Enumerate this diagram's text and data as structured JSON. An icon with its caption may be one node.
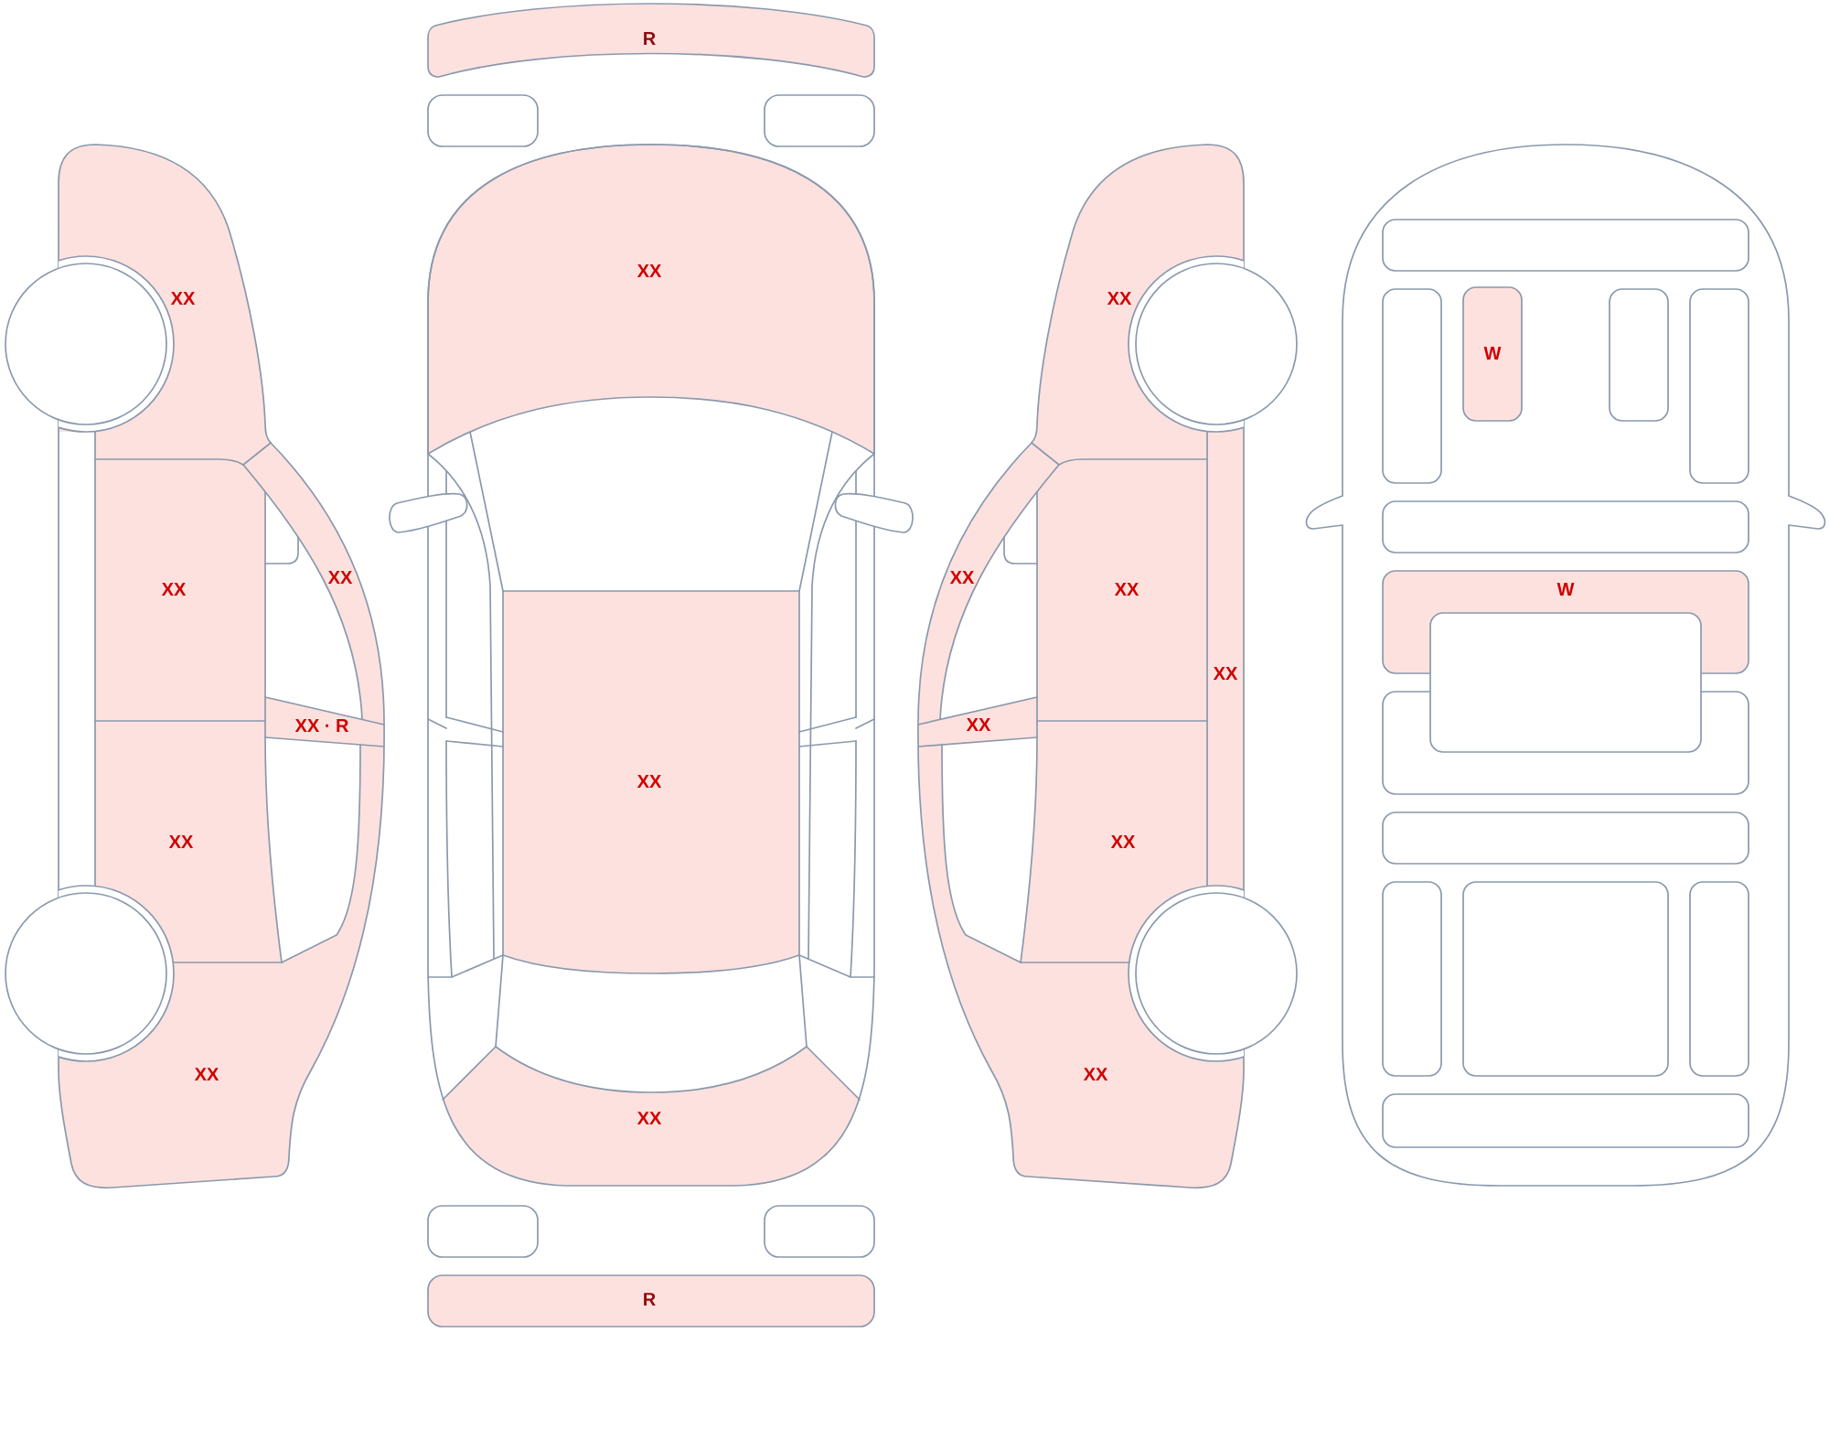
{
  "diagram": {
    "labels": [
      "R",
      "XX",
      "XX",
      "XX",
      "W",
      "XX",
      "XX",
      "XX",
      "XX",
      "W",
      "XX",
      "XX · R",
      "XX",
      "XX",
      "XX",
      "XX",
      "XX",
      "XX",
      "XX",
      "R"
    ]
  }
}
